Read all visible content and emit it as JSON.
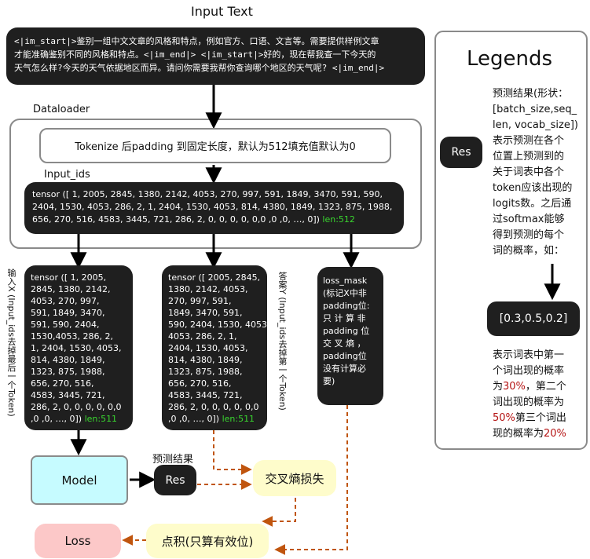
{
  "input_text": {
    "title": "Input Text",
    "lines": [
      "<|im_start|>鉴别一组中文文章的风格和特点，例如官方、口语、文言等。需要提供样例文章",
      "才能准确鉴别不同的风格和特点。<|im_end|> <|im_start|>好的，现在帮我查一下今天的",
      "天气怎么样?今天的天气依据地区而异。请问你需要我帮你查询哪个地区的天气呢? <|im_end|>"
    ]
  },
  "dataloader": {
    "title": "Dataloader",
    "tokenize_text": "Tokenize 后padding 到固定长度，默认为512填充值默认为0",
    "input_ids_label": "Input_ids",
    "tensor_lines": [
      "tensor ([ 1, 2005, 2845, 1380, 2142, 4053,  270,  997,  591, 1849, 3470,  591, 590,",
      "2404, 1530, 4053,  286,  2, 1, 2404, 1530, 4053,  814, 4380, 1849, 1323,  875, 1988,",
      "656,  270,  516, 4583, 3445,  721,  286, 2, 0, 0, 0, 0, 0,0 ,0 ,0, …, 0])"
    ],
    "tensor_len": "len:512"
  },
  "input_x": {
    "side_label": "输入X (Input_ids去掉最后一个Token)",
    "lines": [
      "tensor  ([  1,  2005,",
      "2845,  1380,  2142,",
      "4053,    270,    997,",
      "591,  1849,  3470,",
      "591,  590,  2404,",
      "1530,4053,  286,  2,",
      "1, 2404, 1530, 4053,",
      "814,  4380,  1849,",
      "1323,      875,  1988,",
      "656,      270,      516,",
      "4583,  3445,      721,",
      "286, 2, 0, 0, 0, 0, 0,0",
      ",0 ,0, …, 0])"
    ],
    "len": "len:511"
  },
  "answer_y": {
    "side_label": "答案Y (Input_ids去掉第一个Token)",
    "lines": [
      "tensor ([ 2005, 2845,",
      "1380,  2142,  4053,",
      "270,      997,      591,",
      "1849,  3470,      591,",
      "590, 2404, 1530, 4053,",
      "4053,      286,      2,  1,",
      "2404,  1530,  4053,",
      "814,  4380,  1849,",
      "1323,      875,  1988,",
      "656,      270,      516,",
      "4583,  3445,      721,",
      "286, 2, 0, 0, 0, 0, 0,0",
      ",0 ,0, …, 0])"
    ],
    "len": "len:511"
  },
  "loss_mask": {
    "lines": [
      "loss_mask",
      "(标记X中非",
      "padding位:",
      "只 计 算 非",
      "padding 位",
      "交 叉 熵 ，",
      "padding位",
      "没有计算必",
      "要)"
    ]
  },
  "flow": {
    "model": "Model",
    "pred_label": "预测结果",
    "res": "Res",
    "cross_entropy": "交叉熵损失",
    "dot_product": "点积(只算有效位)",
    "loss": "Loss"
  },
  "legends": {
    "title": "Legends",
    "res": "Res",
    "description_lines": [
      "预测结果(形状：",
      "[batch_size,seq_",
      "len, vocab_size])",
      "表示预测在各个",
      "位置上预测到的",
      "关于词表中各个",
      "token应该出现的",
      "logits数。之后通",
      "过softmax能够",
      "得到预测的每个",
      "词的概率，如："
    ],
    "example": "[0.3,0.5,0.2]",
    "prob_line1": "表示词表中第一",
    "prob_line2": "个词出现的概率",
    "prob_line3_pre": "为",
    "p1": "30%",
    "prob_line3_post": "，第二个",
    "prob_line4": "词出现的概率为",
    "p2": "50%",
    "prob_line5_post": "第三个词出",
    "prob_line6_pre": "现的概率为",
    "p3": "20%"
  },
  "colors": {
    "dark_box": "#1f1f1f",
    "model_fill": "#c6fbff",
    "highlight_fill": "#fefccb",
    "loss_fill": "#fcc8c8",
    "dashed_arrow": "#c0550e",
    "len_green": "#39d62f",
    "percent_red": "#b51414"
  },
  "icons": {
    "solid_arrow": "arrow-down-icon",
    "dashed_arrow": "dashed-arrow-icon"
  }
}
